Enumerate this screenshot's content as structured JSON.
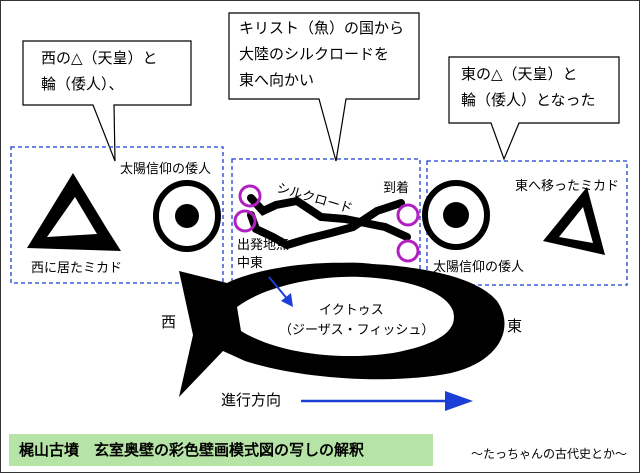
{
  "bubbles": {
    "west_line1": "西の△（天皇）と",
    "west_line2": "輪（倭人）、",
    "route_line1": "キリスト（魚）の国から",
    "route_line2": "大陸のシルクロードを",
    "route_line3": "東へ向かい",
    "east_line1": "東の△（天皇）と",
    "east_line2": "輪（倭人）となった"
  },
  "labels": {
    "west_sun": "太陽信仰の倭人",
    "west_mikado": "西に居たミカド",
    "silkroad": "シルクロード",
    "arrival": "到着",
    "departure_line1": "出発地点",
    "departure_line2": "中東",
    "east_sun": "太陽信仰の倭人",
    "east_mikado": "東へ移ったミカド",
    "west_dir": "西",
    "east_dir": "東",
    "ichthus_line1": "イクトゥス",
    "ichthus_line2": "（ジーザス・フィッシュ）",
    "direction": "進行方向"
  },
  "footer": {
    "title": "梶山古墳　玄室奥壁の彩色壁画模式図の写しの解釈",
    "credit": "～たっちゃんの古代史とか～"
  },
  "colors": {
    "accent_blue": "#1b3fd6",
    "ring_purple": "#b020c0",
    "title_green": "#b6e3a6",
    "ink": "#000000"
  }
}
